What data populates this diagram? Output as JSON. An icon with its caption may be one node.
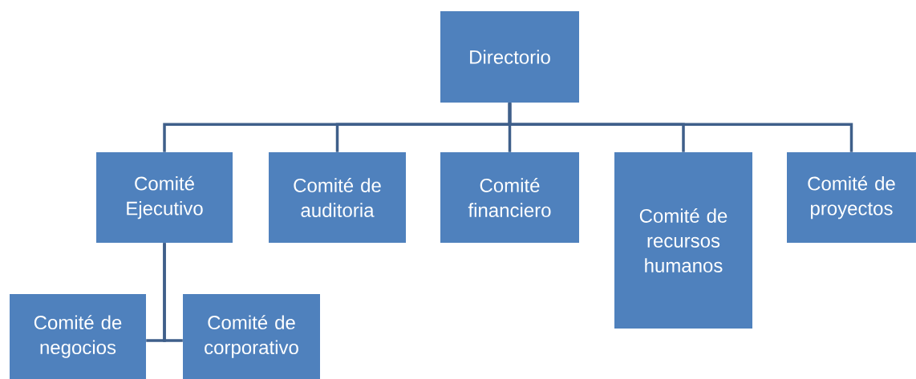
{
  "diagram": {
    "nodes": [
      {
        "text": [
          "Directorio"
        ]
      },
      {
        "text": [
          "Comité Ejecutivo"
        ]
      },
      {
        "text": [
          "Comité de auditoria"
        ]
      },
      {
        "text": [
          "Comité financiero"
        ]
      },
      {
        "text": [
          "Comité de recursos humanos"
        ]
      },
      {
        "text": [
          "Comité de proyectos"
        ]
      },
      {
        "text": [
          "Comité de negocios"
        ]
      },
      {
        "text": [
          "Comité de corporativo"
        ]
      }
    ],
    "edges": [
      {
        "from": 0,
        "to": 1,
        "arrow": "none"
      },
      {
        "from": 0,
        "to": 2,
        "arrow": "none"
      },
      {
        "from": 0,
        "to": 3,
        "arrow": "none"
      },
      {
        "from": 0,
        "to": 4,
        "arrow": "none"
      },
      {
        "from": 0,
        "to": 5,
        "arrow": "none"
      },
      {
        "from": 1,
        "to": 6,
        "arrow": "none"
      },
      {
        "from": 1,
        "to": 7,
        "arrow": "none"
      }
    ]
  }
}
